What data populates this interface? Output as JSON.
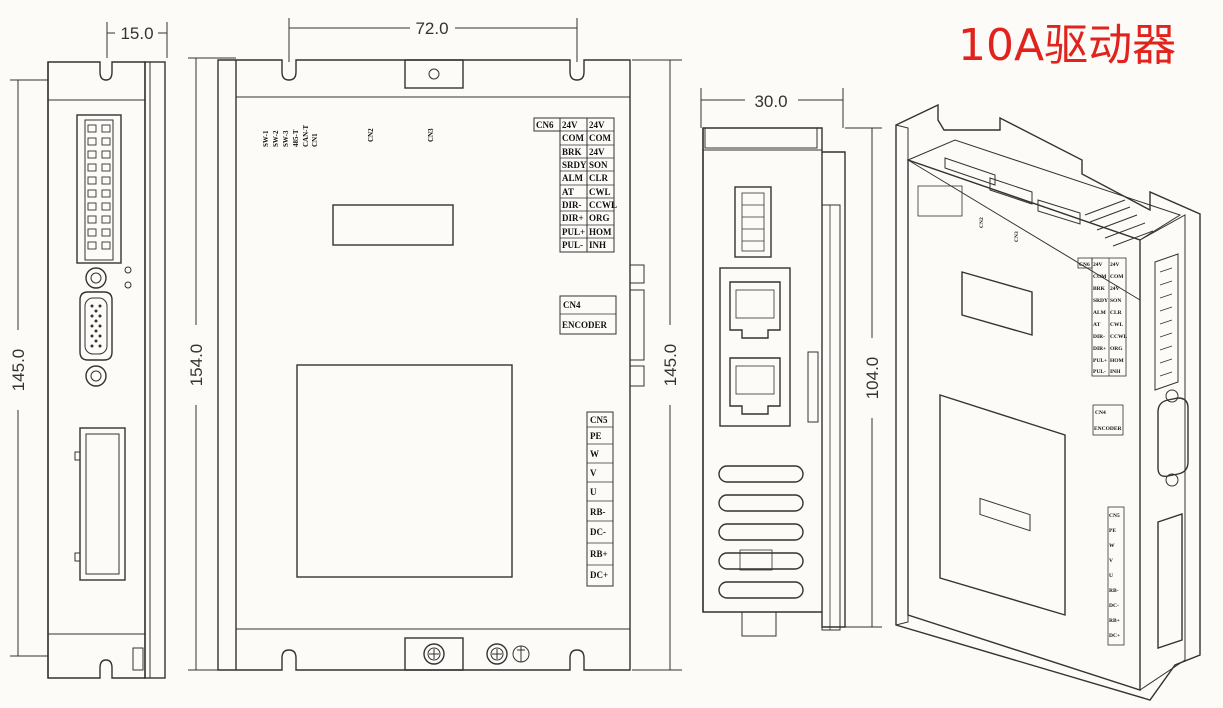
{
  "title": "10A驱动器",
  "colors": {
    "title": "#e0231d",
    "line": "#333333",
    "background": "#fdfbf8"
  },
  "dimensions": {
    "side_width": "15.0",
    "side_height": "145.0",
    "front_width": "72.0",
    "front_height": "154.0",
    "front_inner_height": "145.0",
    "end_width": "30.0",
    "end_height": "104.0"
  },
  "front": {
    "dip_switches": [
      "SW-1",
      "SW-2",
      "SW-3",
      "485-T",
      "CAN-T"
    ],
    "cn1": "CN1",
    "cn2": "CN2",
    "cn3": "CN3",
    "cn6_label": "CN6",
    "cn6_left": [
      "24V",
      "COM",
      "BRK",
      "SRDY",
      "ALM",
      "AT",
      "DIR-",
      "DIR+",
      "PUL+",
      "PUL-"
    ],
    "cn6_right": [
      "24V",
      "COM",
      "24V",
      "SON",
      "CLR",
      "CWL",
      "CCWL",
      "ORG",
      "HOM",
      "INH"
    ],
    "cn4_label": "CN4",
    "cn4_sub": "ENCODER",
    "cn5_pins": [
      "CN5",
      "PE",
      "W",
      "V",
      "U",
      "RB-",
      "DC-",
      "RB+",
      "DC+"
    ]
  },
  "iso": {
    "cn6_label": "CN6",
    "cn6_left": [
      "24V",
      "COM",
      "BRK",
      "SRDY",
      "ALM",
      "AT",
      "DIR-",
      "DIR+",
      "PUL+",
      "PUL-"
    ],
    "cn6_right": [
      "24V",
      "COM",
      "24V",
      "SON",
      "CLR",
      "CWL",
      "CCWL",
      "ORG",
      "HOM",
      "INH"
    ],
    "cn4_label": "CN4",
    "cn4_sub": "ENCODER",
    "cn5_pins": [
      "CN5",
      "PE",
      "W",
      "V",
      "U",
      "RB-",
      "DC-",
      "RB+",
      "DC+"
    ],
    "cn2": "CN2",
    "cn3": "CN3"
  }
}
